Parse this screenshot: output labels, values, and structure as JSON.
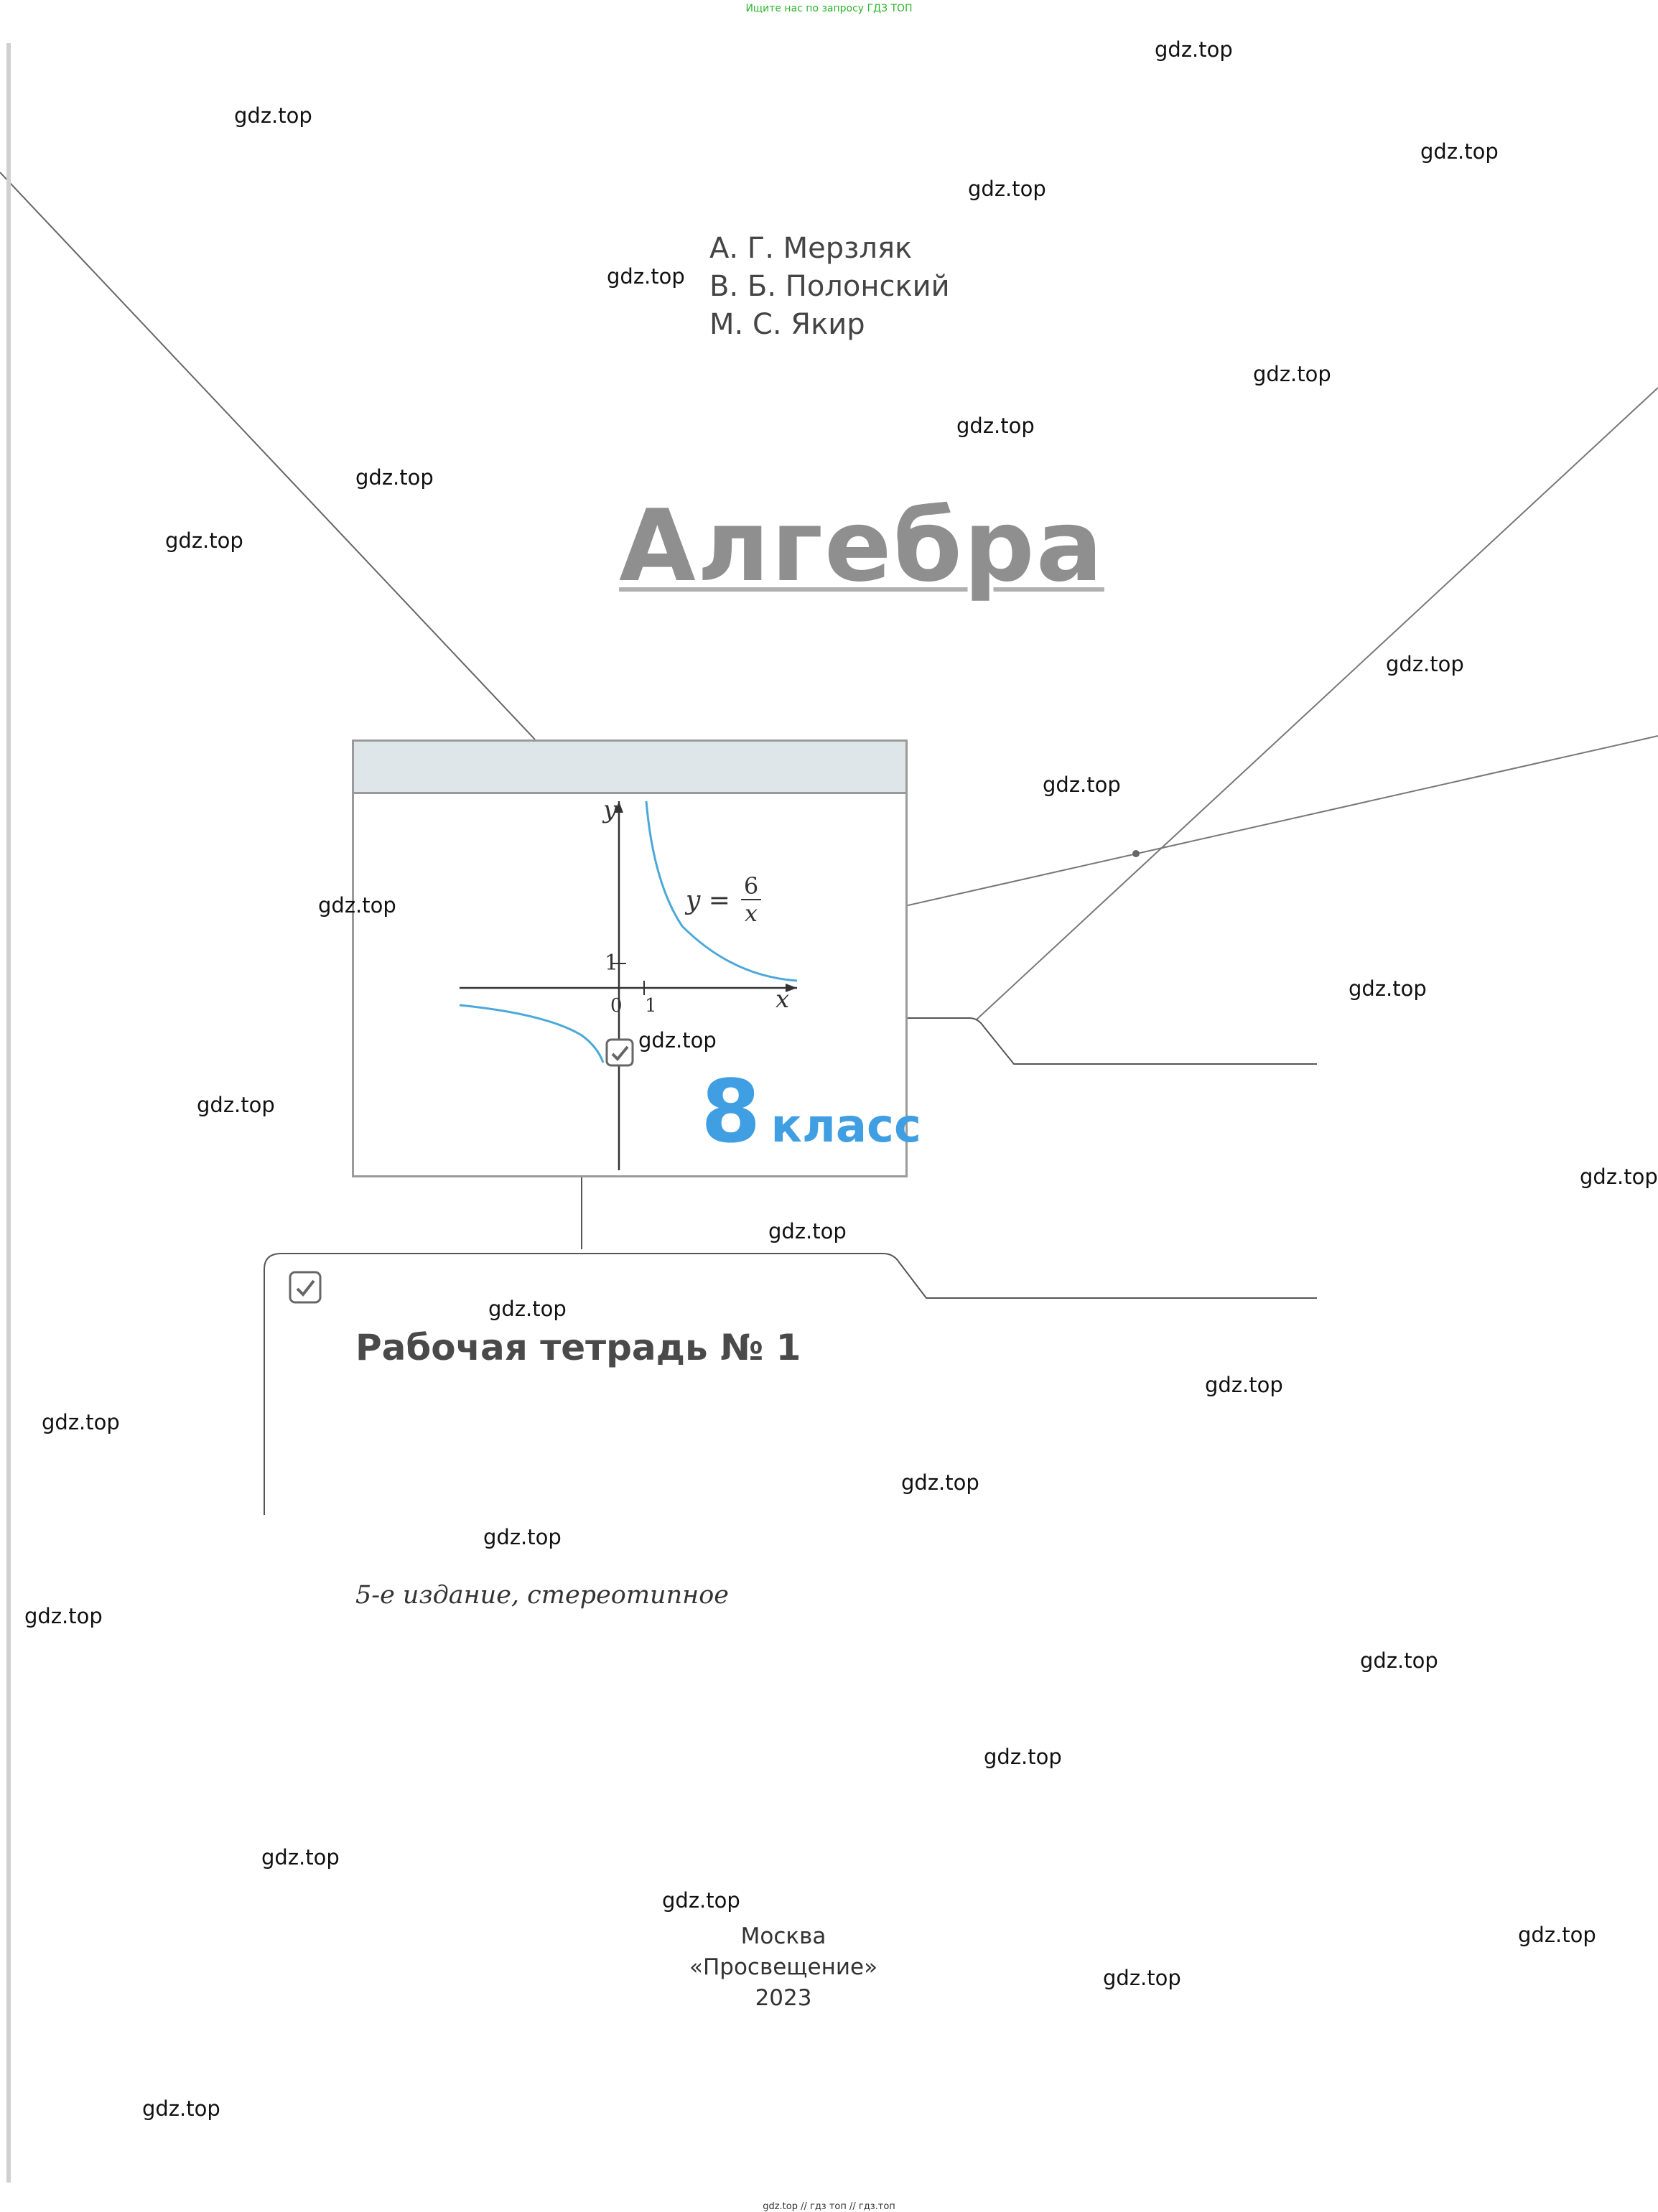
{
  "banner": {
    "top": "Ищите нас по запросу ГДЗ ТОП",
    "bottom": "gdz.top // гдз топ // гдз.топ"
  },
  "authors": [
    "А. Г. Мерзляк",
    "В. Б. Полонский",
    "М. С. Якир"
  ],
  "title": "Алгебра",
  "graph": {
    "y_axis": "y",
    "x_axis": "x",
    "formula_lhs": "y =",
    "numerator": "6",
    "denominator": "x",
    "tick_one_y": "1",
    "tick_one_x": "1",
    "origin": "0"
  },
  "grade": {
    "number": "8",
    "word": "класс"
  },
  "workbook": "Рабочая тетрадь № 1",
  "edition": "5-е издание, стереотипное",
  "publisher": [
    "Москва",
    "«Просвещение»",
    "2023"
  ],
  "watermark_text": "gdz.top",
  "colors": {
    "grade": "#3f9fe2",
    "curve": "#4ba9d9",
    "banner": "#2cb52c"
  },
  "icons": [
    "check-tab-icon",
    "check-tab-icon"
  ]
}
